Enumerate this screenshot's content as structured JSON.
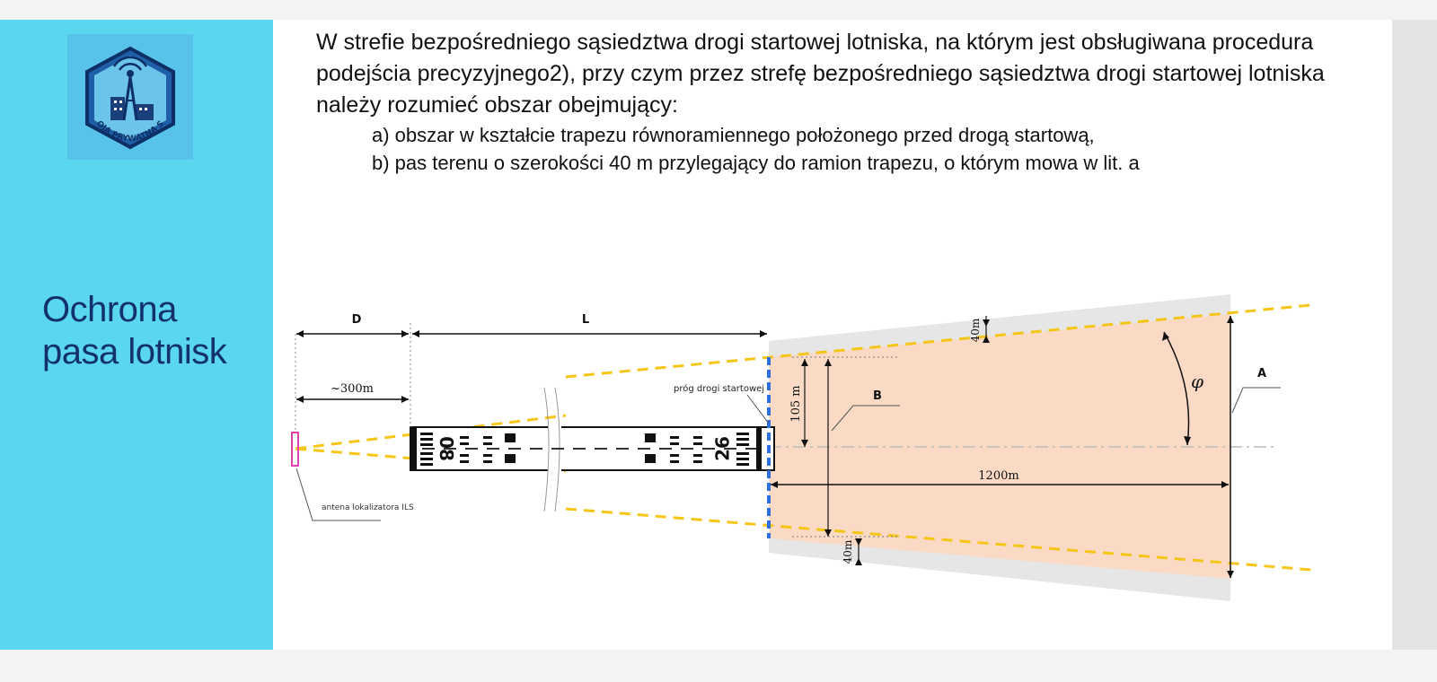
{
  "slide_title": {
    "line1": "Ochrona",
    "line2": "pasa lotnisk"
  },
  "logo": {
    "text": "TWOJA PRYWATNA SIEĆ",
    "icon": "network-tower-icon"
  },
  "body": {
    "paragraph": "W strefie bezpośredniego sąsiedztwa drogi startowej lotniska, na którym jest obsługiwana procedura podejścia precyzyjnego2), przy czym przez strefę bezpośredniego sąsiedztwa drogi startowej lotniska należy rozumieć obszar obejmujący:",
    "items": [
      "a) obszar w kształcie trapezu równoramiennego położonego przed drogą startową,",
      "b) pas terenu o szerokości 40 m przylegający do ramion trapezu, o którym mowa w lit. a"
    ]
  },
  "diagram": {
    "label_D": "D",
    "label_L": "L",
    "dist_300": "~300m",
    "threshold_label": "próg drogi startowej",
    "label_B": "B",
    "label_105": "105 m",
    "label_40_top": "40m",
    "label_40_bottom": "40m",
    "label_1200": "1200m",
    "label_A": "A",
    "angle": "φ",
    "runway_left": "08",
    "runway_right": "26",
    "antenna_label": "antena lokalizatora ILS",
    "colors": {
      "trapezoid": "#fadac4",
      "band": "#e6e6e6",
      "guide": "#f5c518",
      "threshold": "#2d6fe0",
      "antenna": "#e040b0"
    }
  }
}
